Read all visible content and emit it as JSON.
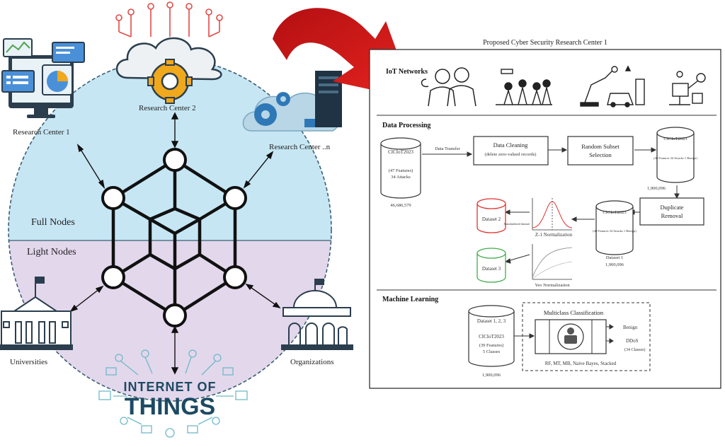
{
  "left": {
    "full_nodes": "Full Nodes",
    "light_nodes": "Light Nodes",
    "research_center_1": "Research Center 1",
    "research_center_2": "Research Center 2",
    "research_center_n": "Research Center ..n",
    "universities": "Universities",
    "organizations": "Organizations",
    "iot_line1": "INTERNET OF",
    "iot_line2": "THINGS"
  },
  "right": {
    "title": "Proposed Cyber Security Research Center 1",
    "iot_networks": "IoT Networks",
    "data_processing": "Data Processing",
    "machine_learning": "Machine Learning",
    "ds_main_name": "CICIoT2023",
    "ds_main_info1": "(47 Features)",
    "ds_main_info2": "34 Attacks",
    "ds_main_size": "46,686,579",
    "data_transfer": "Data Transfer",
    "data_cleaning_1": "Data Cleaning",
    "data_cleaning_2": "(delete zero-valued records)",
    "random_subset_1": "Random Subset",
    "random_subset_2": "Selection",
    "subset_name": "CICIoT2023",
    "subset_info": "(46 Features 34 Attacks 1 Benign)",
    "subset_size": "1,900,096",
    "duplicate_1": "Duplicate",
    "duplicate_2": "Removal",
    "clean_name": "CICIoT2023",
    "clean_info": "(46 Features 34 Attacks 1 Benign)",
    "clean_label": "Dataset 1",
    "clean_size": "1,900,096",
    "dataset2": "Dataset 2",
    "dataset3": "Dataset 3",
    "ds2_info": "Standardized dataset",
    "z_norm": "Z-1 Normalization",
    "yeo_norm": "Yeo Normalization",
    "ml_ds_title": "Dataset 1, 2, 3",
    "ml_ds_name": "CICIoT2023",
    "ml_ds_info1": "(39 Features)",
    "ml_ds_info2": "5 Classes",
    "ml_ds_size": "1,900,096",
    "multiclass": "Multiclass Classification",
    "benign": "Benign",
    "ddos": "DDoS",
    "classes": "(34 Classes)",
    "algorithms": "RF, MT, MB, Naive Bayes, Stacked"
  },
  "colors": {
    "full_zone": "#c6e6f4",
    "light_zone": "#e3d7ec",
    "arrow_red": "#d71518",
    "iot_dark": "#1d4a63",
    "iot_light": "#6fb9c8",
    "gear": "#f0a81d"
  }
}
